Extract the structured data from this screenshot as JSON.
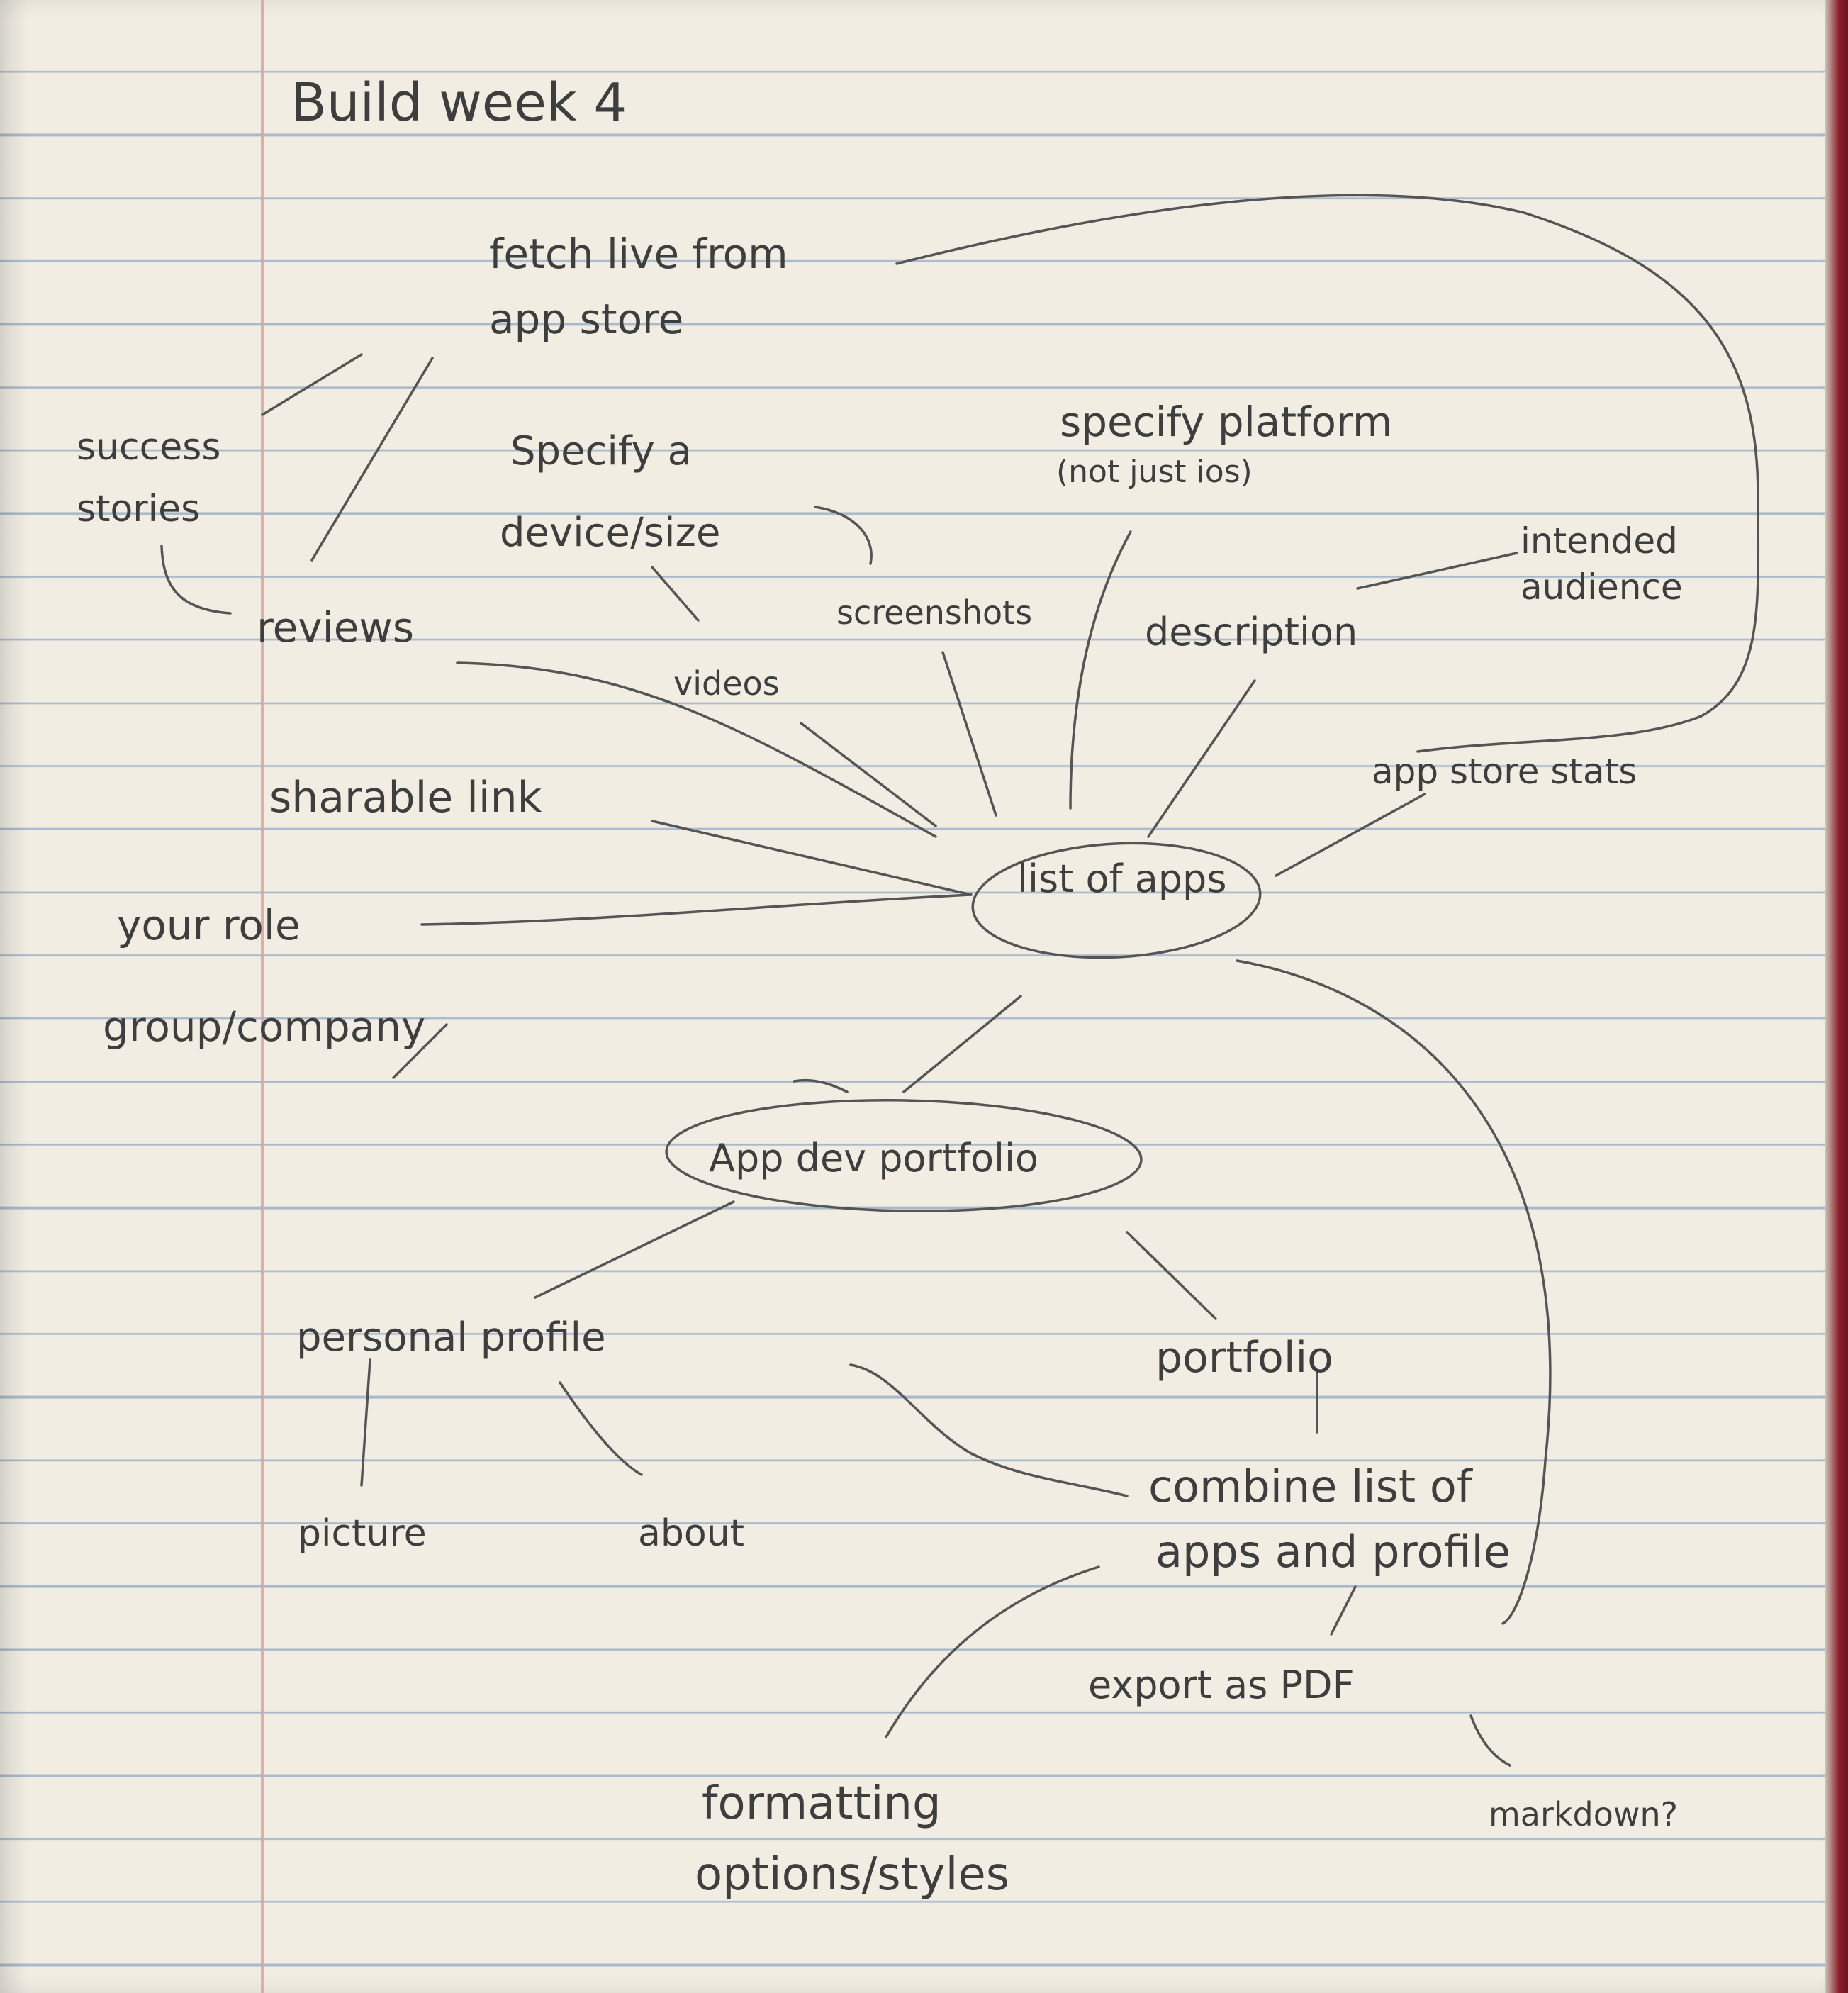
{
  "title": "Build week 4",
  "nodes": {
    "center": "list of apps",
    "portfolio_root": "App dev portfolio",
    "fetch_line1": "fetch live from",
    "fetch_line2": "app store",
    "success_line1": "success",
    "success_line2": "stories",
    "device_line1": "Specify a",
    "device_line2": "device/size",
    "platform_line1": "specify platform",
    "platform_line2": "(not just ios)",
    "intended_line1": "intended",
    "intended_line2": "audience",
    "reviews": "reviews",
    "videos": "videos",
    "screenshots": "screenshots",
    "description": "description",
    "app_store_stats": "app store stats",
    "sharable_link": "sharable link",
    "role_line1": "your role",
    "role_line2": "group/company",
    "personal_profile": "personal profile",
    "picture": "picture",
    "about": "about",
    "portfolio": "portfolio",
    "combine_line1": "combine list of",
    "combine_line2": "apps and profile",
    "export_pdf": "export as PDF",
    "markdown": "markdown?",
    "formatting_line1": "formatting",
    "formatting_line2": "options/styles"
  }
}
